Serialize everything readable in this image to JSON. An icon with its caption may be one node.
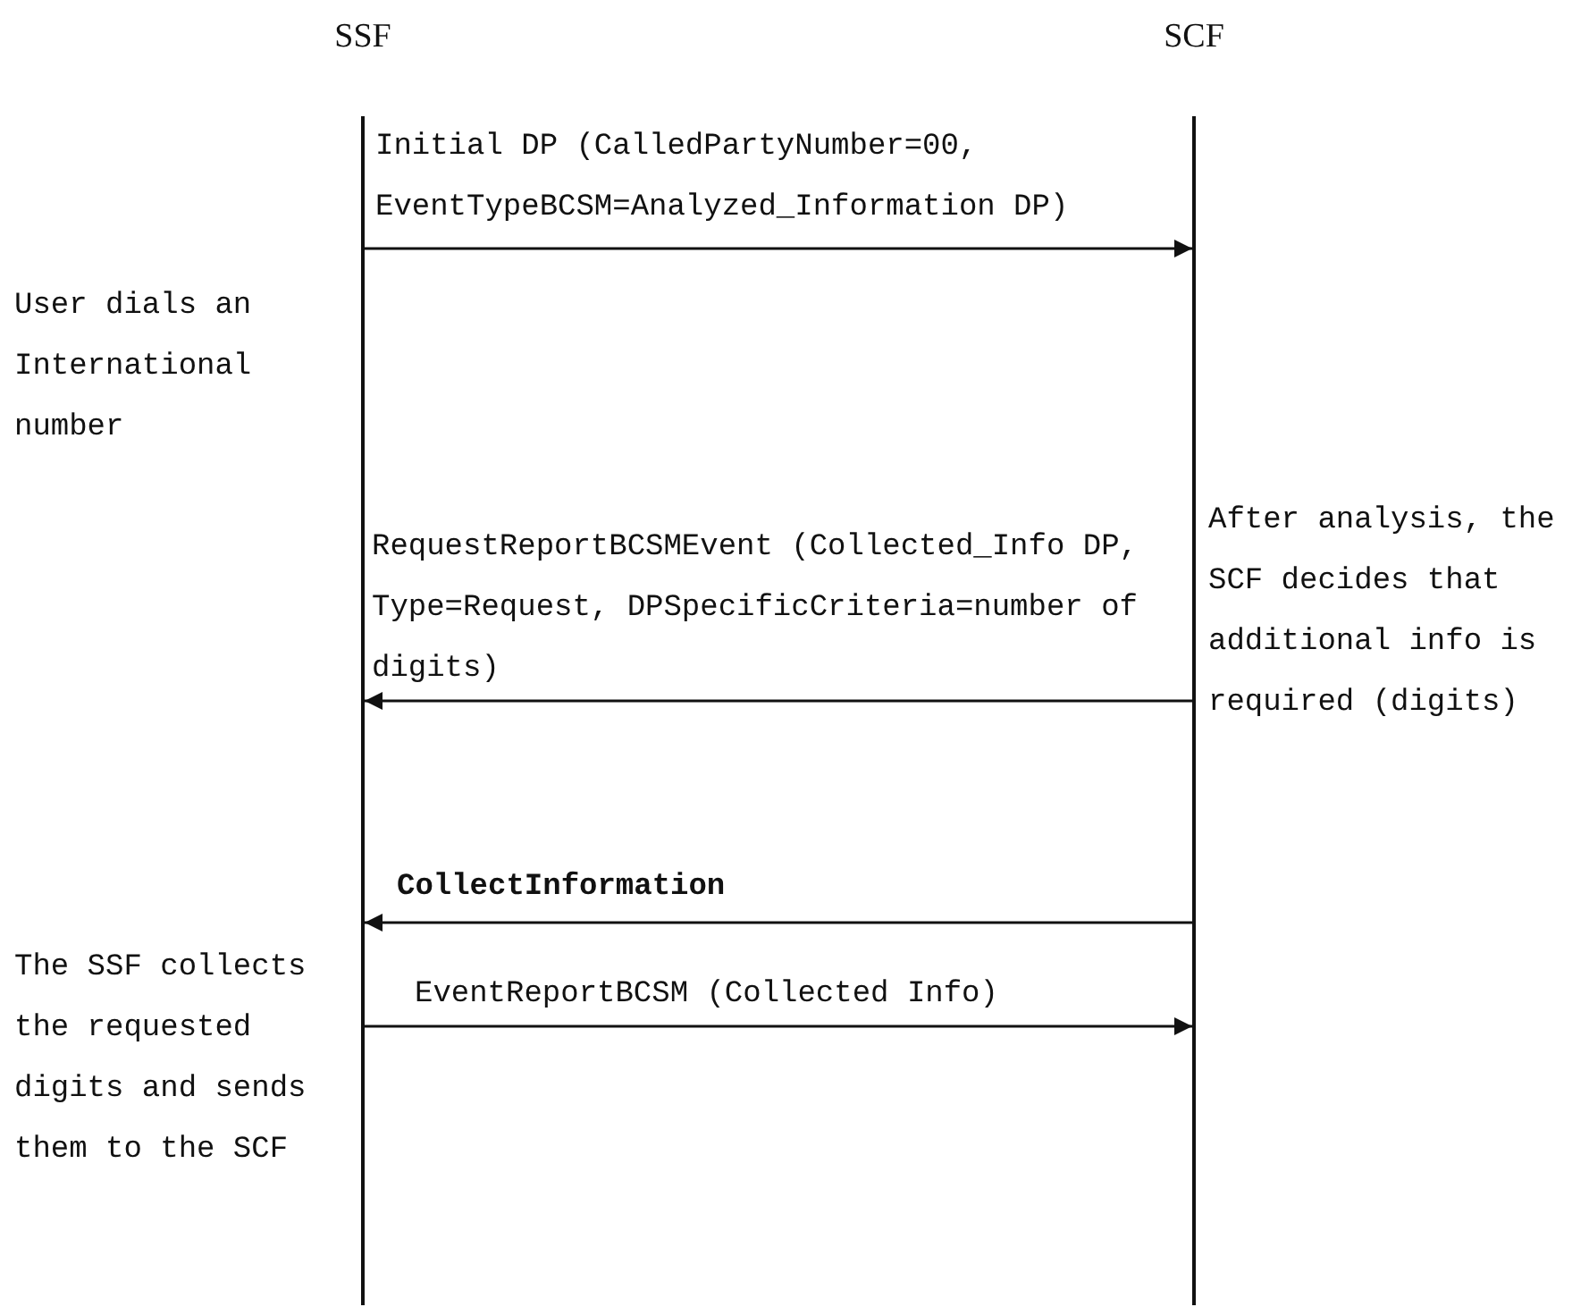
{
  "diagram": {
    "nodes": [
      {
        "text": [
          "SSF"
        ]
      },
      {
        "text": [
          "SCF"
        ]
      }
    ],
    "edges": [
      {
        "from": 0,
        "to": 1,
        "arrow": "to",
        "label": "Initial DP (CalledPartyNumber=00, EventTypeBCSM=Analyzed_Information DP)"
      },
      {
        "from": 1,
        "to": 0,
        "arrow": "to",
        "label": "RequestReportBCSMEvent (Collected_Info DP, Type=Request, DPSpecificCriteria=number of digits)"
      },
      {
        "from": 1,
        "to": 0,
        "arrow": "to",
        "label": "CollectInformation"
      },
      {
        "from": 0,
        "to": 1,
        "arrow": "to",
        "label": "EventReportBCSM (Collected Info)"
      }
    ],
    "labels": [
      "User dials an International number",
      "After analysis, the SCF decides that additional info is required (digits)",
      "The SSF collects the requested digits and sends them to the SCF"
    ]
  }
}
